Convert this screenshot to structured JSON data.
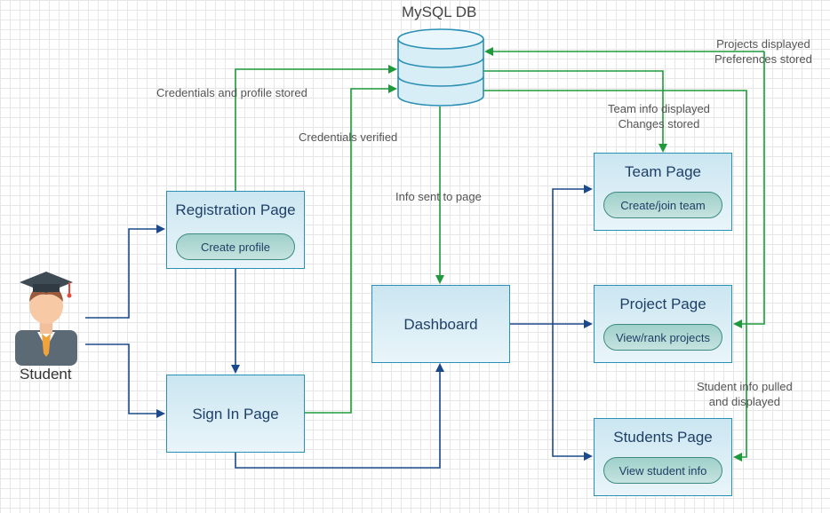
{
  "database": {
    "label": "MySQL DB"
  },
  "actor": {
    "label": "Student"
  },
  "boxes": {
    "registration": {
      "title": "Registration Page",
      "action": "Create profile"
    },
    "signin": {
      "title": "Sign In Page"
    },
    "dashboard": {
      "title": "Dashboard"
    },
    "team": {
      "title": "Team Page",
      "action": "Create/join team"
    },
    "project": {
      "title": "Project Page",
      "action": "View/rank projects"
    },
    "students": {
      "title": "Students Page",
      "action": "View student info"
    }
  },
  "edge_labels": {
    "credentials_stored": "Credentials and profile stored",
    "credentials_verified": "Credentials verified",
    "info_sent": "Info sent to page",
    "team_info_1": "Team info displayed",
    "team_info_2": "Changes stored",
    "projects_1": "Projects displayed",
    "projects_2": "Preferences stored",
    "student_info_1": "Student info pulled",
    "student_info_2": "and displayed"
  },
  "colors": {
    "green_flow": "#1e9a3c",
    "blue_flow": "#1b4a8c",
    "box_border": "#2a8fb5",
    "box_fill_top": "#cbe6f1",
    "pill_border": "#3e8a82",
    "title_text": "#1f3f66"
  }
}
